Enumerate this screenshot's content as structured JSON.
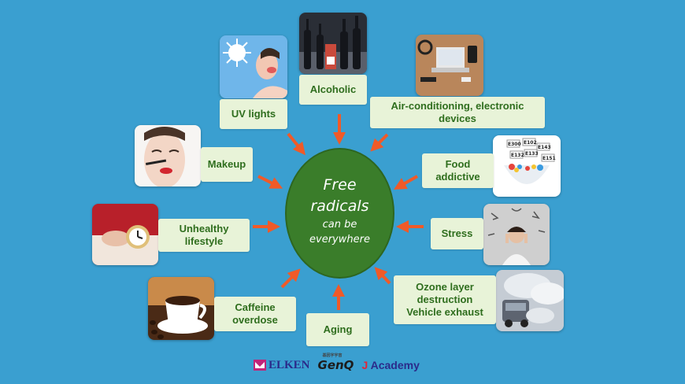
{
  "center": {
    "line1": "Free",
    "line2": "radicals",
    "line3": "can be",
    "line4": "everywhere"
  },
  "sources": {
    "uv": "UV lights",
    "alcohol": "Alcoholic",
    "aircon": "Air-conditioning, electronic devices",
    "makeup": "Makeup",
    "food": "Food\naddictive",
    "lifestyle": "Unhealthy lifestyle",
    "stress": "Stress",
    "caffeine": "Caffeine\noverdose",
    "aging": "Aging",
    "ozone": "Ozone layer\ndestruction\nVehicle exhaust"
  },
  "food_image_text": [
    "E300",
    "E102",
    "E143",
    "E133",
    "E132",
    "E151"
  ],
  "logos": {
    "elken": "ELKEN",
    "genq": "GenQ",
    "genq_small": "基因字宇宙",
    "jacademy_j": "J",
    "jacademy_rest": "Academy"
  },
  "colors": {
    "background": "#3a9fd0",
    "center_fill": "#3a7d2a",
    "label_fill": "#e8f3d8",
    "label_text": "#2f6e1e",
    "arrow": "#f05a28"
  }
}
